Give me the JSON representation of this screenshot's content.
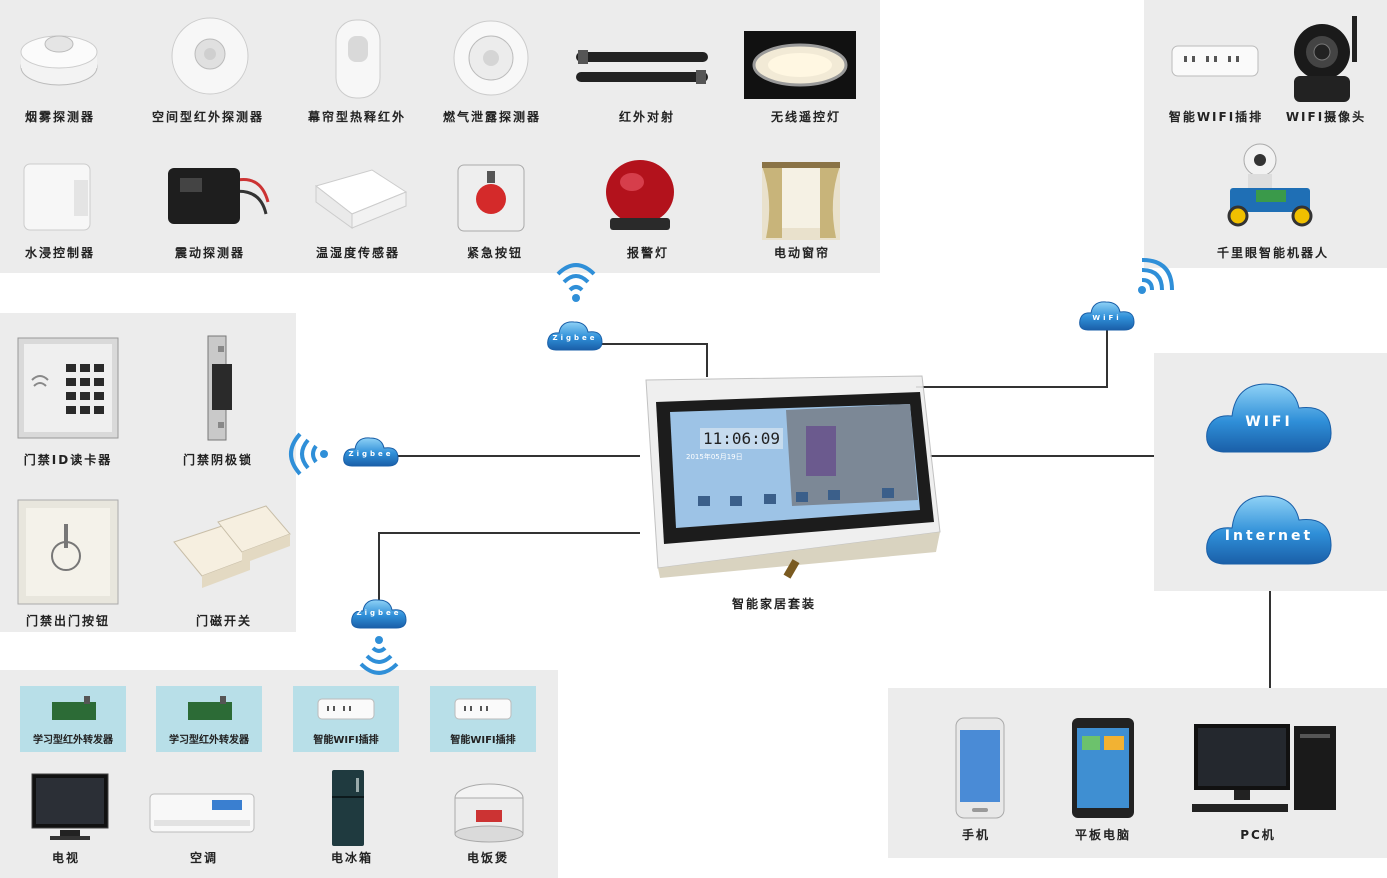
{
  "top_sensors": [
    {
      "label": "烟雾探测器",
      "icon": "smoke-detector-icon"
    },
    {
      "label": "空间型红外探测器",
      "icon": "ceiling-pir-icon"
    },
    {
      "label": "幕帘型热释红外",
      "icon": "curtain-pir-icon"
    },
    {
      "label": "燃气泄露探测器",
      "icon": "gas-detector-icon"
    },
    {
      "label": "红外对射",
      "icon": "ir-beam-icon"
    },
    {
      "label": "无线遥控灯",
      "icon": "ceiling-lamp-icon"
    },
    {
      "label": "水浸控制器",
      "icon": "water-sensor-icon"
    },
    {
      "label": "震动探测器",
      "icon": "vibration-sensor-icon"
    },
    {
      "label": "温湿度传感器",
      "icon": "temp-humidity-icon"
    },
    {
      "label": "紧急按钮",
      "icon": "emergency-button-icon"
    },
    {
      "label": "报警灯",
      "icon": "alarm-light-icon"
    },
    {
      "label": "电动窗帘",
      "icon": "electric-curtain-icon"
    }
  ],
  "wifi_devices": [
    {
      "label": "智能WIFI插排",
      "icon": "wifi-power-strip-icon"
    },
    {
      "label": "WIFI摄像头",
      "icon": "wifi-camera-icon"
    },
    {
      "label": "千里眼智能机器人",
      "icon": "robot-icon"
    }
  ],
  "access_devices": [
    {
      "label": "门禁ID读卡器",
      "icon": "keypad-reader-icon"
    },
    {
      "label": "门禁阴极锁",
      "icon": "strike-lock-icon"
    },
    {
      "label": "门禁出门按钮",
      "icon": "exit-button-icon"
    },
    {
      "label": "门磁开关",
      "icon": "door-magnet-icon"
    }
  ],
  "appliance_cards": [
    {
      "label": "学习型红外转发器"
    },
    {
      "label": "学习型红外转发器"
    },
    {
      "label": "智能WIFI插排"
    },
    {
      "label": "智能WIFI插排"
    }
  ],
  "appliances": [
    {
      "label": "电视",
      "icon": "tv-icon"
    },
    {
      "label": "空调",
      "icon": "air-conditioner-icon"
    },
    {
      "label": "电冰箱",
      "icon": "fridge-icon"
    },
    {
      "label": "电饭煲",
      "icon": "rice-cooker-icon"
    }
  ],
  "clients": [
    {
      "label": "手机",
      "icon": "phone-icon"
    },
    {
      "label": "平板电脑",
      "icon": "tablet-icon"
    },
    {
      "label": "PC机",
      "icon": "pc-icon"
    }
  ],
  "clouds": {
    "zigbee_top": "Zigbee",
    "zigbee_left": "Zigbee",
    "zigbee_bottom": "Zigbee",
    "wifi_small": "WiFi",
    "wifi_big": "WIFI",
    "internet": "Internet"
  },
  "center": {
    "label": "智能家居套装",
    "clock": "11:06:09",
    "date": "2015年05月19日"
  },
  "colors": {
    "panel": "#ececec",
    "cloud": "#2a7fc9",
    "card": "#b8dfe8",
    "wifi_wave": "#2f8fd8"
  }
}
